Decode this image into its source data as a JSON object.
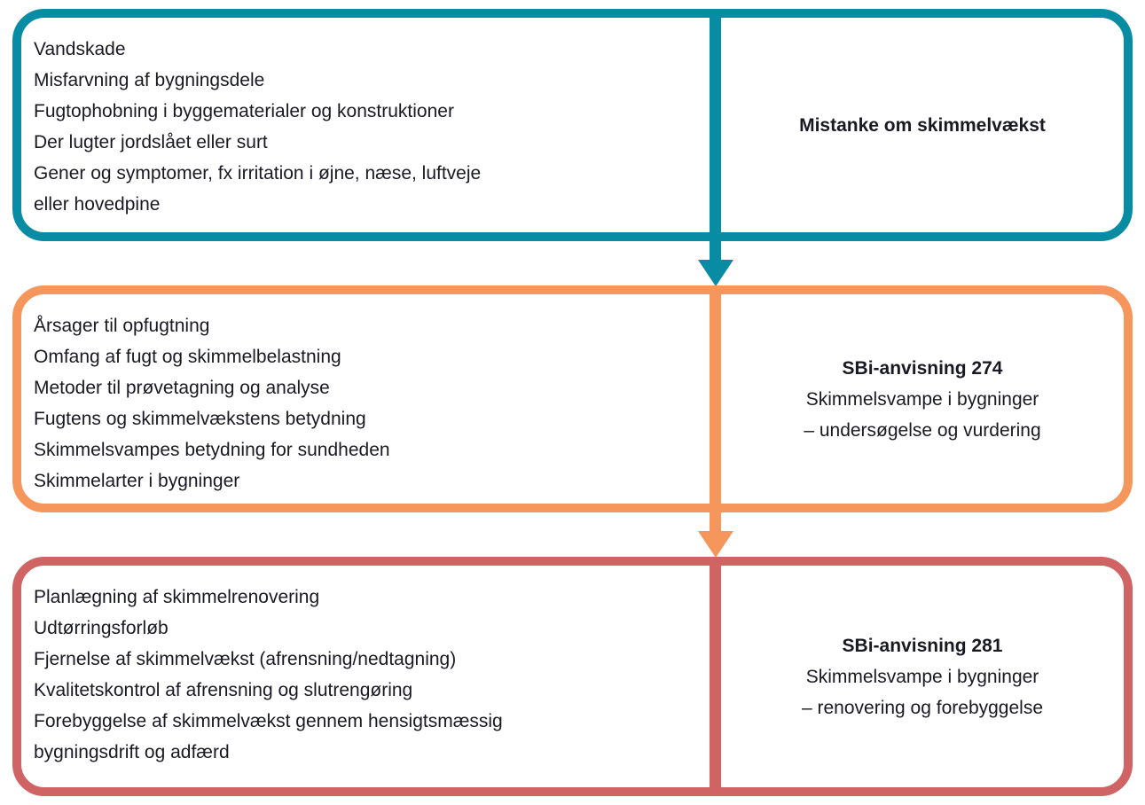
{
  "diagram": {
    "background_color": "#ffffff",
    "text_color": "#191923",
    "stages": [
      {
        "name": "mistanke-om-skimmelvaekst",
        "color": "#078CA4",
        "items": [
          "Vandskade",
          "Misfarvning af bygningsdele",
          "Fugtophobning i byggematerialer og konstruktioner",
          "Der lugter jordslået eller surt",
          "Gener og symptomer, fx irritation i øjne, næse, luftveje",
          "eller hovedpine"
        ],
        "label": {
          "title": "Mistanke om skimmelvækst",
          "line1": "",
          "line2": ""
        }
      },
      {
        "name": "sbi-anvisning-274",
        "color": "#F5965C",
        "items": [
          "Årsager til opfugtning",
          "Omfang af fugt og skimmelbelastning",
          "Metoder til prøvetagning og analyse",
          "Fugtens og skimmelvækstens betydning",
          "Skimmelsvampes betydning for sundheden",
          "Skimmelarter i bygninger"
        ],
        "label": {
          "title": "SBi-anvisning 274",
          "line1": "Skimmelsvampe i bygninger",
          "line2": "– undersøgelse og vurdering"
        }
      },
      {
        "name": "sbi-anvisning-281",
        "color": "#D06363",
        "items": [
          "Planlægning af skimmelrenovering",
          "Udtørringsforløb",
          "Fjernelse af skimmelvækst (afrensning/nedtagning)",
          "Kvalitetskontrol af afrensning og slutrengøring",
          "Forebyggelse af skimmelvækst gennem hensigtsmæssig",
          "bygningsdrift og adfærd"
        ],
        "label": {
          "title": "SBi-anvisning 281",
          "line1": "Skimmelsvampe i bygninger",
          "line2": "– renovering og forebyggelse"
        }
      }
    ],
    "arrows": [
      {
        "name": "arrow-stage1-to-stage2",
        "color": "#078CA4"
      },
      {
        "name": "arrow-stage2-to-stage3",
        "color": "#F5965C"
      }
    ]
  }
}
